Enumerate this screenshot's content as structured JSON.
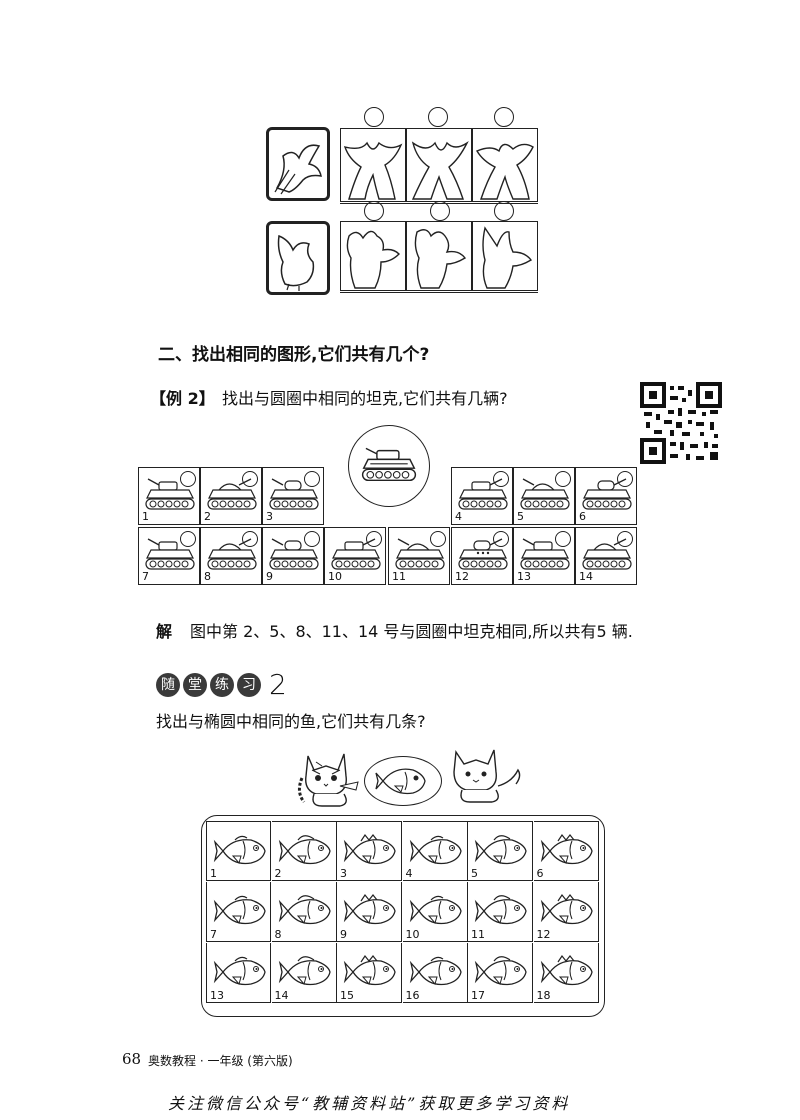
{
  "section": {
    "title": "二、找出相同的图形,它们共有几个?"
  },
  "example": {
    "tag": "【例 2】",
    "question": "找出与圆圈中相同的坦克,它们共有几辆?",
    "tank_numbers": [
      "1",
      "2",
      "3",
      "4",
      "5",
      "6",
      "7",
      "8",
      "9",
      "10",
      "11",
      "12",
      "13",
      "14"
    ],
    "solution_label": "解",
    "solution_text": "图中第 2、5、8、11、14 号与圆圈中坦克相同,所以共有5 辆."
  },
  "practice": {
    "badge_chars": [
      "随",
      "堂",
      "练",
      "习"
    ],
    "badge_number": "2",
    "question": "找出与椭圆中相同的鱼,它们共有几条?",
    "fish_numbers": [
      "1",
      "2",
      "3",
      "4",
      "5",
      "6",
      "7",
      "8",
      "9",
      "10",
      "11",
      "12",
      "13",
      "14",
      "15",
      "16",
      "17",
      "18"
    ]
  },
  "footer": {
    "page_number": "68",
    "book_title": "奥数教程 · 一年级 (第六版)",
    "watermark": "关注微信公众号“教辅资料站”获取更多学习资料"
  },
  "colors": {
    "badge_fill": "#3a3a3a",
    "ink": "#111111"
  }
}
